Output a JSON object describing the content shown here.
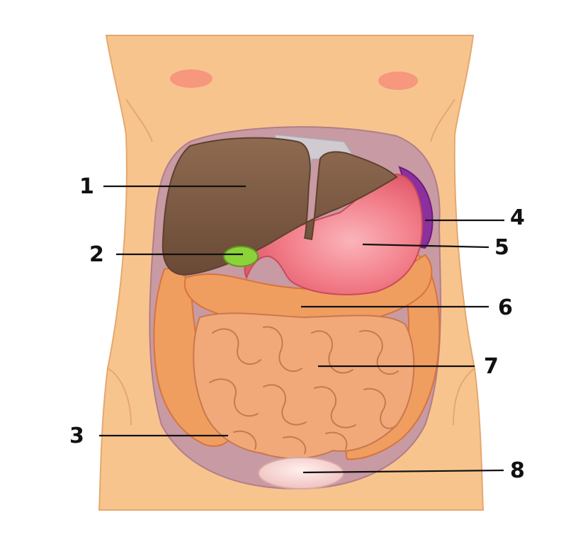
{
  "diagram": {
    "labels": [
      "1",
      "2",
      "3",
      "4",
      "5",
      "6",
      "7",
      "8"
    ]
  },
  "colors": {
    "skin": "#F8C48E",
    "skin_edge": "#E4A86E",
    "nipple": "#F6977E",
    "cavity": "#C89AA3",
    "liver": "#7E5A42",
    "liver_dark": "#5E402E",
    "gallbladder": "#8CD33A",
    "stomach": "#F2707E",
    "stomach_light": "#F8A2AA",
    "spleen": "#8E2F9E",
    "colon": "#EF9E60",
    "colon_dark": "#D8743C",
    "intestine": "#F2A97A",
    "intestine_dark": "#C8784E",
    "bladder": "#F6D6D4",
    "line": "#111111"
  }
}
